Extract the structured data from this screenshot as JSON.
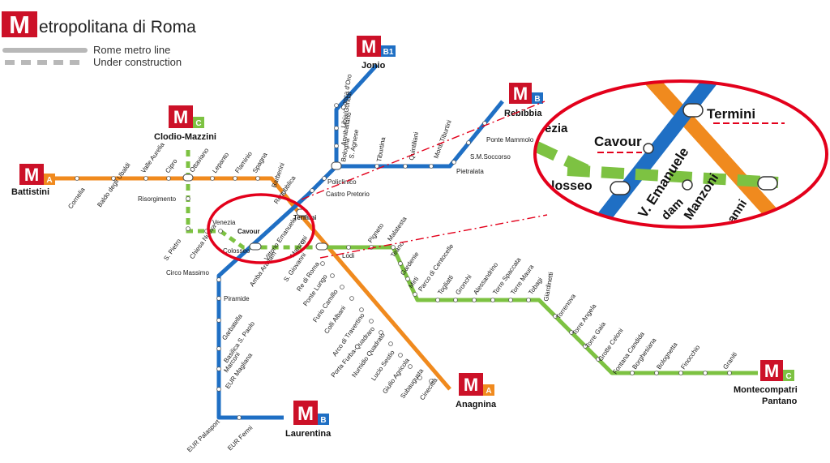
{
  "header": {
    "logo_letter": "M",
    "title_rest": "etropolitana di Roma",
    "legend": {
      "line_label": "Rome metro line",
      "construction_label": "Under construction"
    }
  },
  "colors": {
    "line_a": "#f08a1e",
    "line_b": "#1f6fc4",
    "line_c": "#7dc242",
    "logo_red": "#cc1128",
    "marker_red": "#e3001b"
  },
  "terminals": {
    "battistini": "Battistini",
    "clodio": "Clodio-Mazzini",
    "jonio": "Jonio",
    "rebibbia": "Rebibbia",
    "laurentina": "Laurentina",
    "anagnina": "Anagnina",
    "montecompatri_1": "Montecompatri",
    "montecompatri_2": "Pantano"
  },
  "badges": {
    "a": "A",
    "b": "B",
    "b1": "B1",
    "c": "C"
  },
  "line_a_stations": [
    "Cornelia",
    "Baldo degli Ubaldi",
    "Valle Aurelia",
    "Cipro",
    "Ottaviano",
    "Lepanto",
    "Flaminio",
    "Spagna",
    "Barberini",
    "Repubblica",
    "Termini",
    "Vittorio Emanuele",
    "Manzoni",
    "S. Giovanni",
    "Re di Roma",
    "Ponte Lungo",
    "Furio Camillo",
    "Colli Albani",
    "Arco di Travertino",
    "Porta Furba-Quadraro",
    "Numidio Quadrato",
    "Lucio Sestio",
    "Giulio Agricola",
    "Subaugusta",
    "Cinecittà"
  ],
  "line_b_stations": [
    "Castro Pretorio",
    "Policlinico",
    "Bologna",
    "Tiburtina",
    "Quintiliani",
    "Monti Tiburtini",
    "Pietralata",
    "S.M.Soccorso",
    "Ponte Mammolo",
    "Cavour",
    "Colosseo",
    "Circo Massimo",
    "Piramide",
    "Garbatella",
    "Basilica S. Paolo",
    "Marconi",
    "EUR Magliana",
    "EUR Palasport",
    "EUR Fermi"
  ],
  "line_b1_stations": [
    "Conca d'Oro",
    "Libia/Gondar",
    "Annibaliano",
    "S. Agnese"
  ],
  "line_c_stations": [
    "Risorgimento",
    "S. Pietro",
    "Chiesa Nuova",
    "Venezia",
    "Amba Aradam",
    "Lodi",
    "Pigneto",
    "Malatesta",
    "Teano",
    "Gardenie",
    "Mirti",
    "Parco di Centocelle",
    "Togliatti",
    "Gronchi",
    "Alessandrino",
    "Torre Spaccata",
    "Torre Maura",
    "Tobagi",
    "Giardinetti",
    "Torrenova",
    "Torre Angela",
    "Torre Gaia",
    "Grotte Celoni",
    "Fontana Candida",
    "Borghesiana",
    "Bolognetta",
    "Finocchio",
    "Graniti"
  ],
  "zoom": {
    "termini": "Termini",
    "cavour": "Cavour",
    "colosseo": "losseo",
    "venezia": "ezia",
    "v_emanuele": "V. Emanuele",
    "manzoni": "Manzoni",
    "amba": "dam",
    "s_giovanni": "anni"
  }
}
